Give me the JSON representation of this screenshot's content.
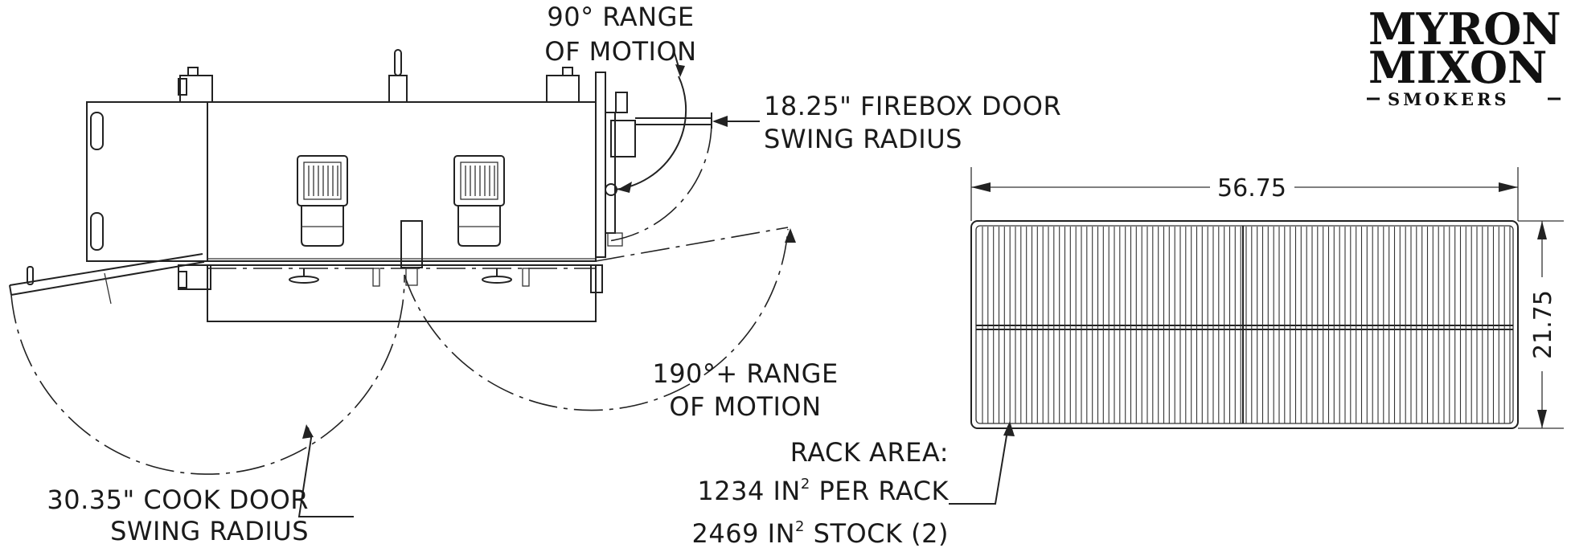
{
  "labels": {
    "range90_line1": "90° RANGE",
    "range90_line2": "OF MOTION",
    "firebox_line1": "18.25\" FIREBOX DOOR",
    "firebox_line2": "SWING RADIUS",
    "range190_line1": "190°+ RANGE",
    "range190_line2": "OF MOTION",
    "cookdoor_line1": "30.35\" COOK DOOR",
    "cookdoor_line2": "SWING RADIUS",
    "rack_title": "RACK AREA:",
    "rack_per_value": "1234 IN",
    "rack_per_sup": "2",
    "rack_per_suffix": " PER RACK",
    "rack_stock_value": "2469 IN",
    "rack_stock_sup": "2",
    "rack_stock_suffix": " STOCK (2)"
  },
  "dimensions": {
    "rack_width": "56.75",
    "rack_depth": "21.75"
  },
  "logo": {
    "line1": "MYRON",
    "line2": "MIXON",
    "line3": "SMOKERS"
  }
}
